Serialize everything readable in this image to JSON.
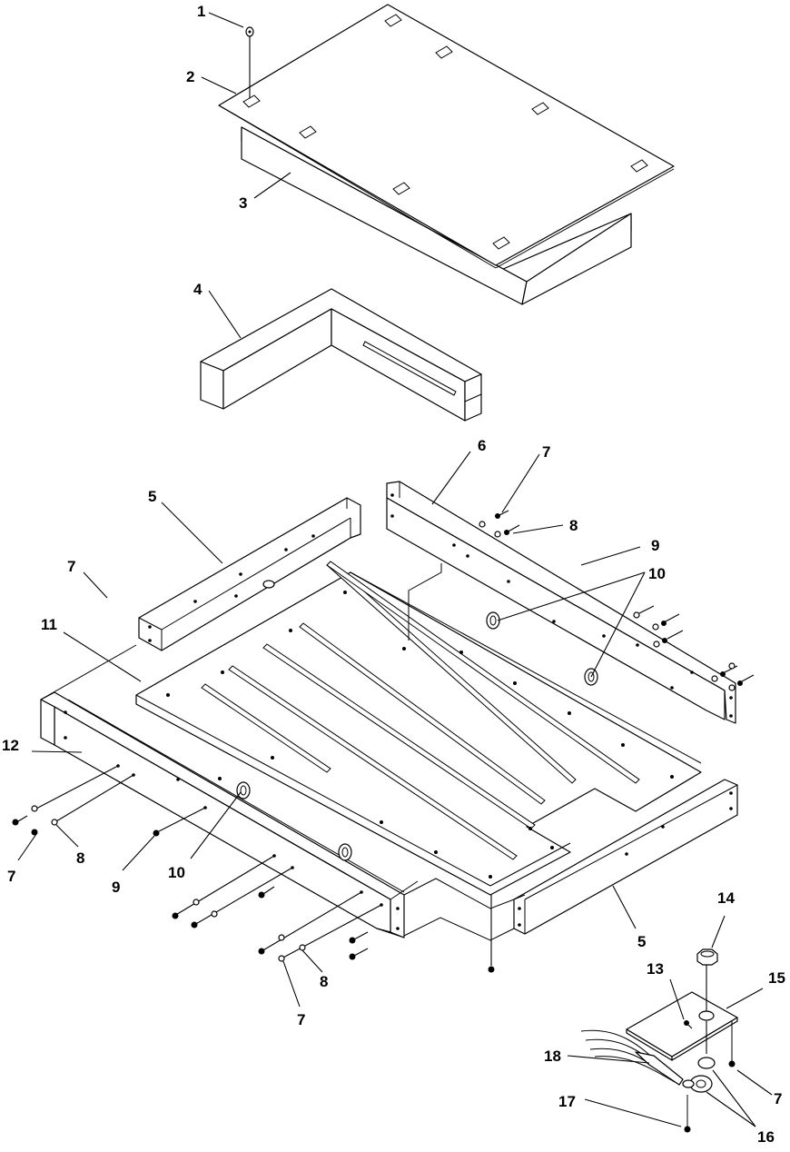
{
  "callouts": [
    {
      "id": "c1",
      "text": "1"
    },
    {
      "id": "c2",
      "text": "2"
    },
    {
      "id": "c3",
      "text": "3"
    },
    {
      "id": "c4",
      "text": "4"
    },
    {
      "id": "c5a",
      "text": "5"
    },
    {
      "id": "c6",
      "text": "6"
    },
    {
      "id": "c7a",
      "text": "7"
    },
    {
      "id": "c8a",
      "text": "8"
    },
    {
      "id": "c9a",
      "text": "9"
    },
    {
      "id": "c10a",
      "text": "10"
    },
    {
      "id": "c7b",
      "text": "7"
    },
    {
      "id": "c11",
      "text": "11"
    },
    {
      "id": "c12",
      "text": "12"
    },
    {
      "id": "c7c",
      "text": "7"
    },
    {
      "id": "c8b",
      "text": "8"
    },
    {
      "id": "c9b",
      "text": "9"
    },
    {
      "id": "c10b",
      "text": "10"
    },
    {
      "id": "c8c",
      "text": "8"
    },
    {
      "id": "c7d",
      "text": "7"
    },
    {
      "id": "c5b",
      "text": "5"
    },
    {
      "id": "c14",
      "text": "14"
    },
    {
      "id": "c13",
      "text": "13"
    },
    {
      "id": "c15",
      "text": "15"
    },
    {
      "id": "c18",
      "text": "18"
    },
    {
      "id": "c7e",
      "text": "7"
    },
    {
      "id": "c17",
      "text": "17"
    },
    {
      "id": "c16",
      "text": "16"
    }
  ]
}
